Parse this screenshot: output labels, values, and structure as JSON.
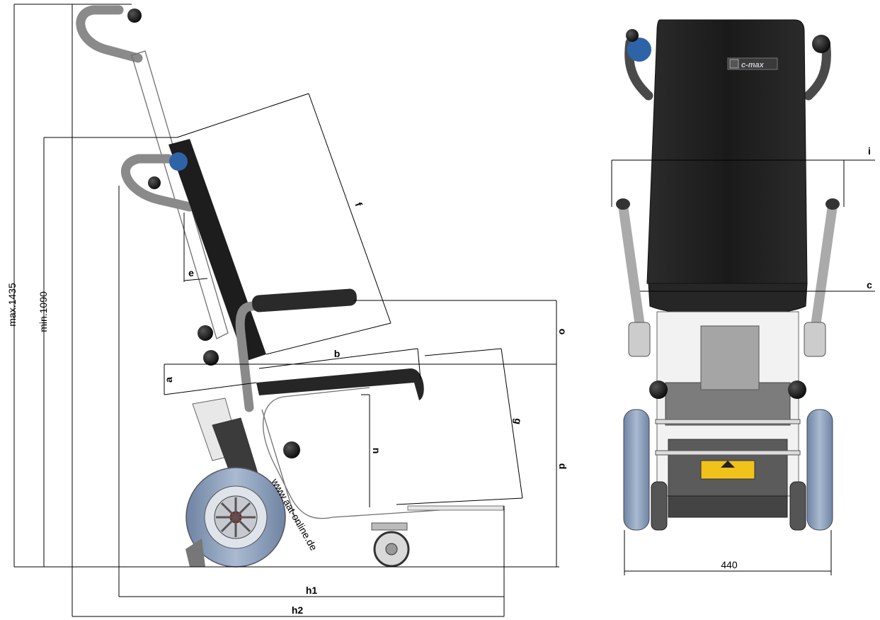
{
  "labels": {
    "max_height": "max.1435",
    "min_height": "min.1090",
    "a": "a",
    "b": "b",
    "c": "c",
    "d": "d",
    "e": "e",
    "f": "f",
    "g": "g",
    "i": "i",
    "n": "n",
    "o": "o",
    "h1": "h1",
    "h2": "h2",
    "width": "440"
  },
  "brand": {
    "logo_text": "c-max"
  },
  "wheel_text": {
    "tire_marking": "www.aat-online.de"
  },
  "colors": {
    "seat_black": "#1c1c1c",
    "frame_grey": "#8a8a8a",
    "tire_blue": "#8fa2bd",
    "knob_black": "#111111",
    "accent_blue": "#2f63a8",
    "warning_yellow": "#f0c21a"
  }
}
